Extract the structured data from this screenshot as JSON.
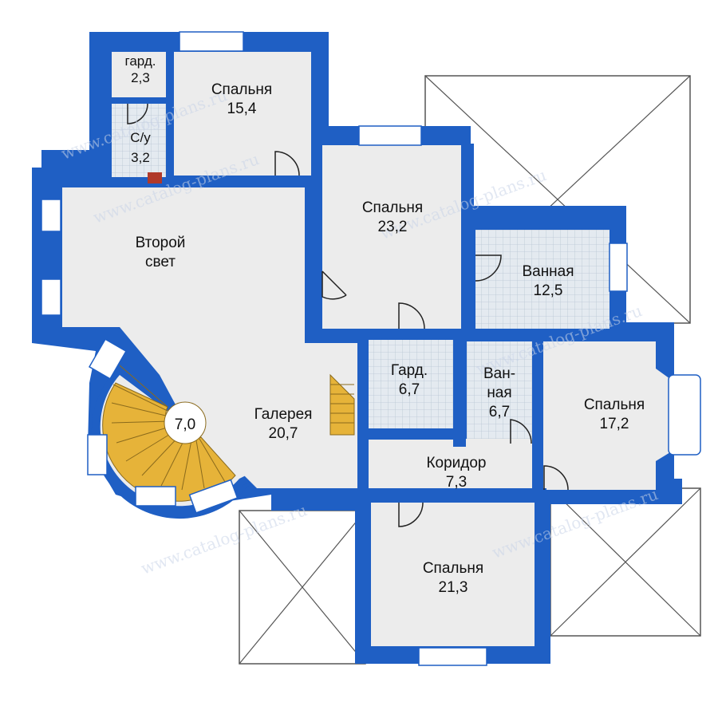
{
  "colors": {
    "wall": "#1f5fc4",
    "floor": "#ececec",
    "tile": "#dfe6ee",
    "stair": "#e6b339",
    "window": "#ffffff",
    "door": "#222222"
  },
  "watermark": "www.catalog-plans.ru",
  "rooms": {
    "gard_small": {
      "name": "гард.",
      "area": "2,3"
    },
    "wc": {
      "name": "С/у",
      "area": "3,2"
    },
    "bed1": {
      "name": "Спальня",
      "area": "15,4"
    },
    "bed2": {
      "name": "Спальня",
      "area": "23,2"
    },
    "bath_big": {
      "name": "Ванная",
      "area": "12,5"
    },
    "second_light": {
      "name": "Второй",
      "area": "свет"
    },
    "gard2": {
      "name": "Гард.",
      "area": "6,7"
    },
    "bath_small": {
      "name": "Ван-",
      "name2": "ная",
      "area": "6,7"
    },
    "bed3": {
      "name": "Спальня",
      "area": "17,2"
    },
    "stair": {
      "area": "7,0"
    },
    "gallery": {
      "name": "Галерея",
      "area": "20,7"
    },
    "corridor": {
      "name": "Коридор",
      "area": "7,3"
    },
    "bed4": {
      "name": "Спальня",
      "area": "21,3"
    }
  }
}
